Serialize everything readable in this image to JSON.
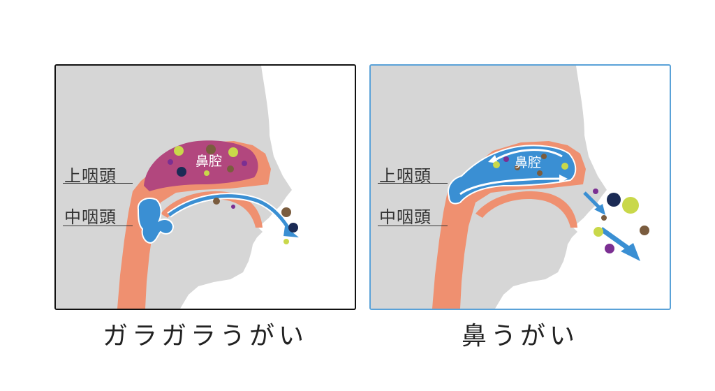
{
  "left": {
    "caption": "ガラガラうがい",
    "label_upper": "上咽頭",
    "label_middle": "中咽頭",
    "cavity_label": "鼻腔",
    "border_color": "#111111",
    "cavity_color": "#b2477e"
  },
  "right": {
    "caption": "鼻うがい",
    "label_upper": "上咽頭",
    "label_middle": "中咽頭",
    "cavity_label": "鼻腔",
    "border_color": "#5aa2d8",
    "cavity_color": "#3a8fd3"
  },
  "colors": {
    "head": "#d6d6d6",
    "tissue": "#ef9070",
    "water": "#3a8fd3",
    "arrow": "#3a8fd3"
  }
}
